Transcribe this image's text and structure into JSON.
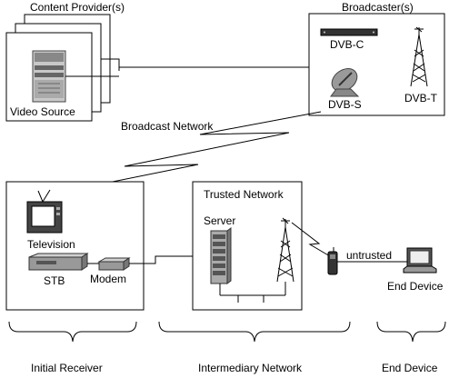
{
  "content_providers": {
    "title": "Content Provider(s)",
    "video_source_label": "Video Source"
  },
  "broadcasters": {
    "title": "Broadcaster(s)",
    "dvb_c_label": "DVB-C",
    "dvb_s_label": "DVB-S",
    "dvb_t_label": "DVB-T"
  },
  "broadcast_network_label": "Broadcast Network",
  "initial_receiver": {
    "television_label": "Television",
    "stb_label": "STB",
    "modem_label": "Modem"
  },
  "trusted_network": {
    "title": "Trusted Network",
    "server_label": "Server"
  },
  "untrusted_label": "untrusted",
  "end_device_label": "End Device",
  "groups": {
    "initial_receiver": "Initial Receiver",
    "intermediary_network": "Intermediary Network",
    "end_device": "End Device"
  }
}
